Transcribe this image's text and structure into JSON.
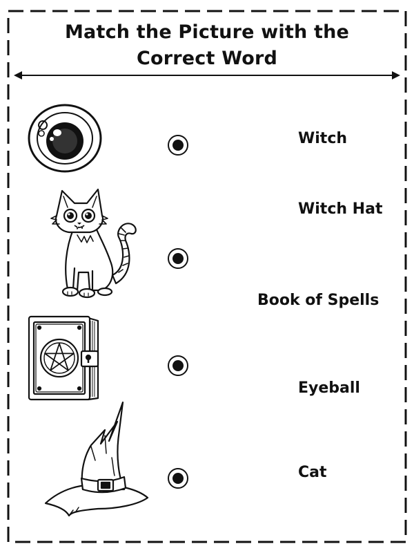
{
  "worksheet": {
    "title_line1": "Match the Picture with the",
    "title_line2": "Correct Word"
  },
  "pictures": [
    {
      "icon": "eyeball-icon"
    },
    {
      "icon": "cat-icon"
    },
    {
      "icon": "book-of-spells-icon"
    },
    {
      "icon": "witch-hat-icon"
    }
  ],
  "words": [
    "Witch",
    "Witch Hat",
    "Book of Spells",
    "Eyeball",
    "Cat"
  ],
  "colors": {
    "ink": "#111111",
    "paper": "#ffffff"
  }
}
